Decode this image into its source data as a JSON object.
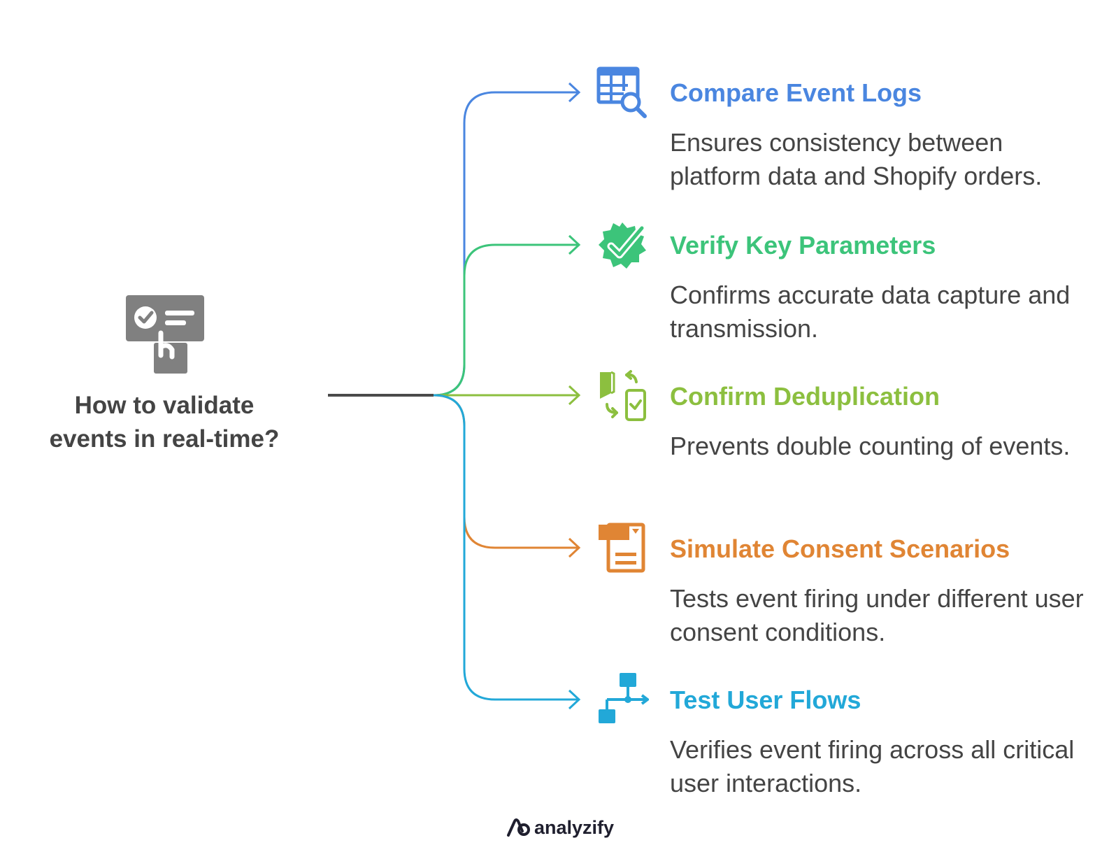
{
  "root": {
    "title_line1": "How to validate",
    "title_line2": "events in real-time?",
    "icon": "checklist-touch-icon",
    "color": "#808080"
  },
  "branches": [
    {
      "title": "Compare Event Logs",
      "description": "Ensures consistency between platform data and Shopify orders.",
      "icon": "table-search-icon",
      "color": "#4a86e0"
    },
    {
      "title": "Verify Key Parameters",
      "description": "Confirms accurate data capture and transmission.",
      "icon": "badge-check-icon",
      "color": "#3cc47a"
    },
    {
      "title": "Confirm Deduplication",
      "description": "Prevents double counting of events.",
      "icon": "device-sync-icon",
      "color": "#8cbf3f"
    },
    {
      "title": "Simulate Consent Scenarios",
      "description": "Tests event firing under different user consent conditions.",
      "icon": "form-document-icon",
      "color": "#e08534"
    },
    {
      "title": "Test User Flows",
      "description": "Verifies event firing across all critical user interactions.",
      "icon": "flow-diagram-icon",
      "color": "#22a8d8"
    }
  ],
  "brand": {
    "name": "analyzify",
    "icon": "analyzify-logo-icon"
  }
}
